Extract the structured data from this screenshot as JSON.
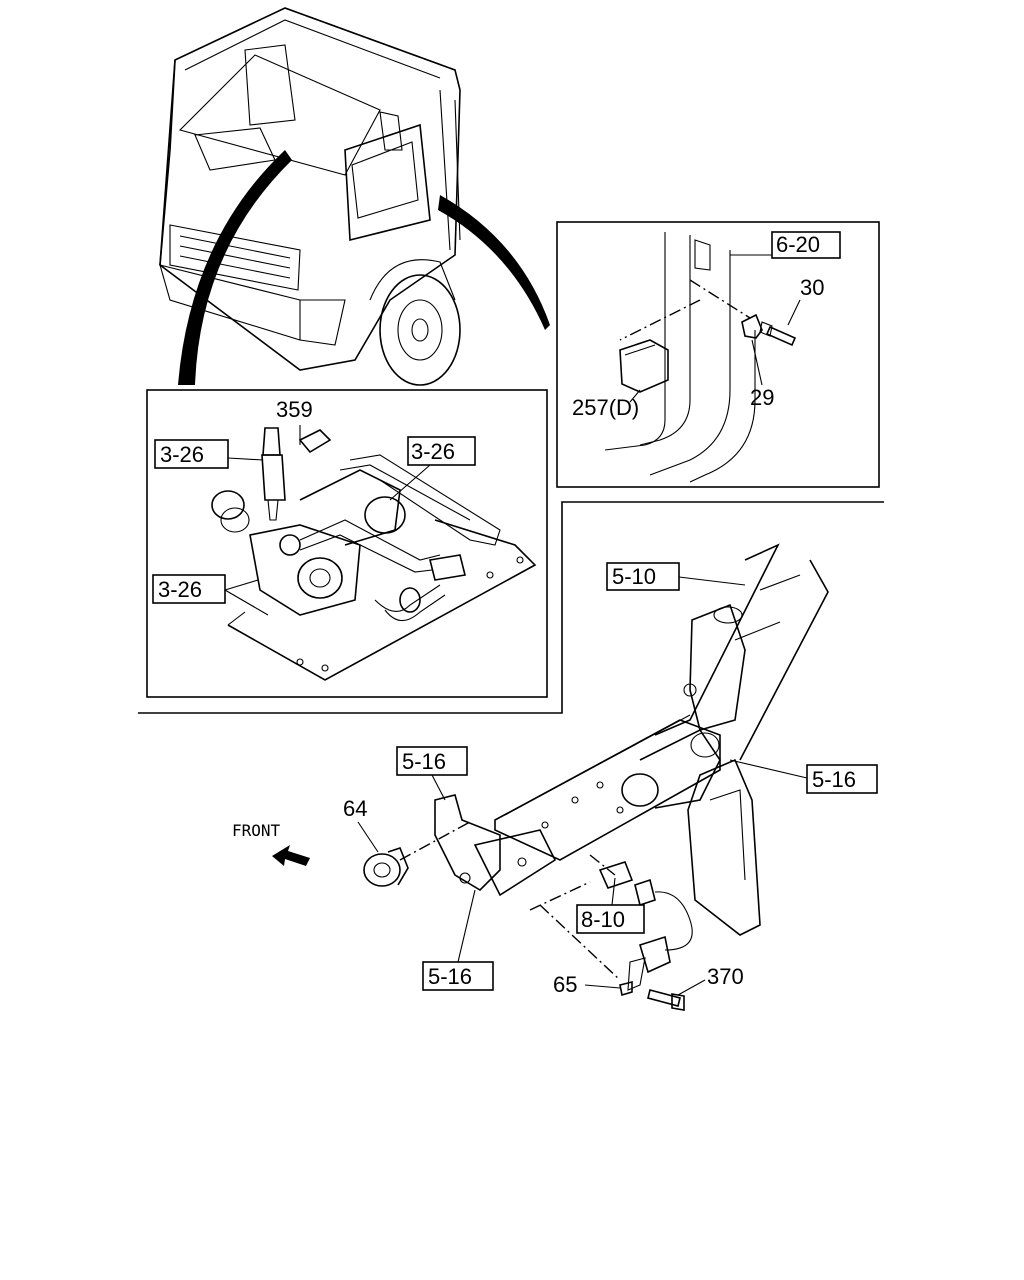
{
  "callouts": {
    "c_6_20": "6-20",
    "c_30": "30",
    "c_29": "29",
    "c_257d": "257(D)",
    "c_359": "359",
    "c_3_26_a": "3-26",
    "c_3_26_b": "3-26",
    "c_3_26_c": "3-26",
    "c_5_10": "5-10",
    "c_5_16_a": "5-16",
    "c_5_16_b": "5-16",
    "c_5_16_c": "5-16",
    "c_64": "64",
    "c_8_10": "8-10",
    "c_65": "65",
    "c_370": "370"
  },
  "front_label": "FRONT"
}
